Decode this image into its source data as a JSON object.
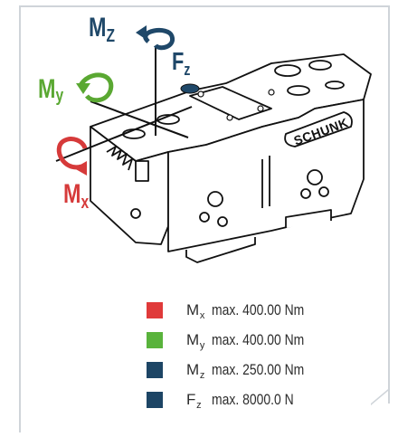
{
  "figure": {
    "brand_label": "SCHUNK",
    "axis_labels": [
      {
        "key": "mz",
        "main": "M",
        "sub": "Z",
        "color": "#1f4869"
      },
      {
        "key": "fz",
        "main": "F",
        "sub": "z",
        "color": "#1f4869"
      },
      {
        "key": "my",
        "main": "M",
        "sub": "y",
        "color": "#5aa832"
      },
      {
        "key": "mx",
        "main": "M",
        "sub": "x",
        "color": "#d63a3a"
      }
    ]
  },
  "legend": {
    "rows": [
      {
        "main": "M",
        "sub": "x",
        "value": "max.  400.00 Nm",
        "color": "#e03a3a"
      },
      {
        "main": "M",
        "sub": "y",
        "value": "max.  400.00 Nm",
        "color": "#59b33c"
      },
      {
        "main": "M",
        "sub": "z",
        "value": "max.  250.00 Nm",
        "color": "#1d4565"
      },
      {
        "main": "F",
        "sub": "z",
        "value": "max.  8000.0 N",
        "color": "#1d4565"
      }
    ]
  },
  "colors": {
    "navy": "#1f4869",
    "green": "#5aa832",
    "red": "#d63a3a",
    "frame": "#cfd4d9"
  }
}
